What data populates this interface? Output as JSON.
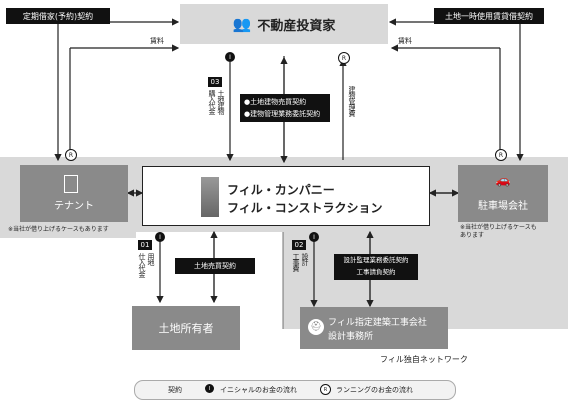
{
  "top_left_label": "定期借家(予約)契約",
  "top_right_label": "土地一時使用賃貸借契約",
  "investor": "不動産投資家",
  "rent_left": "賃料",
  "rent_right": "賃料",
  "step03_num": "03",
  "step03_text_a": "土地建物",
  "step03_text_b": "購入代金",
  "contract_center_1": "●土地建物売買契約",
  "contract_center_2": "●建物管理業務委託契約",
  "mgmt_fee": "建物管理費",
  "tenant": "テナント",
  "tenant_note": "※当社が借り上げるケースもあります",
  "parking": "駐車場会社",
  "parking_note": "※当社が借り上げるケースも\nあります",
  "company_1": "フィル・カンパニー",
  "company_2": "フィル・コンストラクション",
  "step01_num": "01",
  "step01_text_a": "用地",
  "step01_text_b": "仕入代金",
  "land_contract": "土地売買契約",
  "landowner": "土地所有者",
  "step02_num": "02",
  "step02_text_a": "設計",
  "step02_text_b": "工事費",
  "design_contract_1": "設計監理業務委託契約",
  "design_contract_2": "工事請負契約",
  "contractor_1": "フィル指定建築工事会社",
  "contractor_2": "設計事務所",
  "network_label": "フィル独自ネットワーク",
  "legend_contract": "契約",
  "legend_initial": "イニシャルのお金の流れ",
  "legend_running": "ランニングのお金の流れ",
  "marker_i": "I",
  "marker_r": "R"
}
